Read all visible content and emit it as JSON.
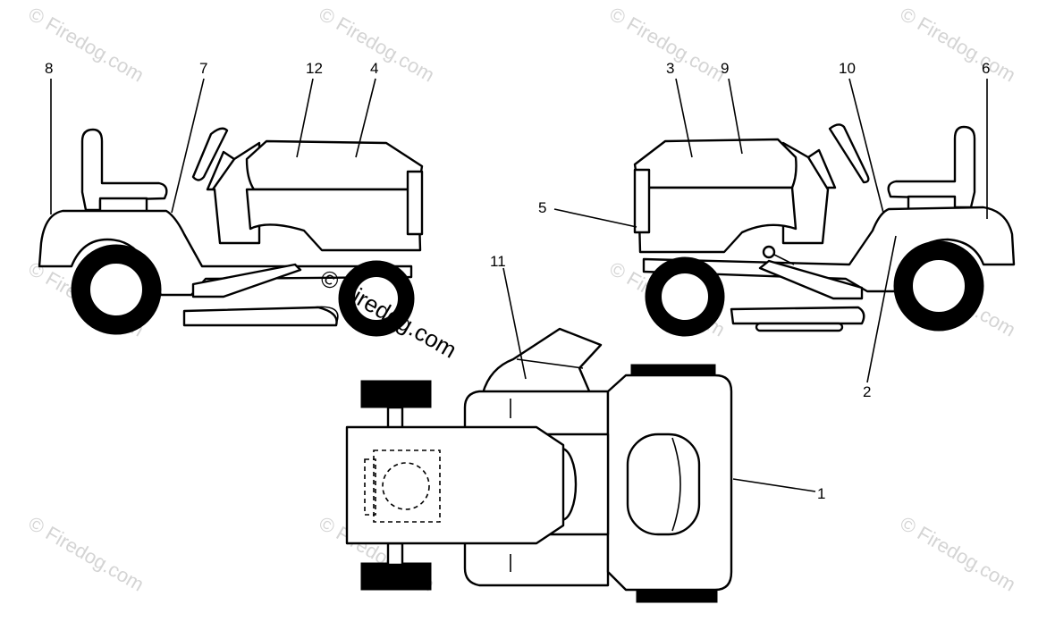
{
  "watermark": "© Firedog.com",
  "callouts": [
    "1",
    "2",
    "3",
    "4",
    "5",
    "6",
    "7",
    "8",
    "9",
    "10",
    "11",
    "12"
  ]
}
